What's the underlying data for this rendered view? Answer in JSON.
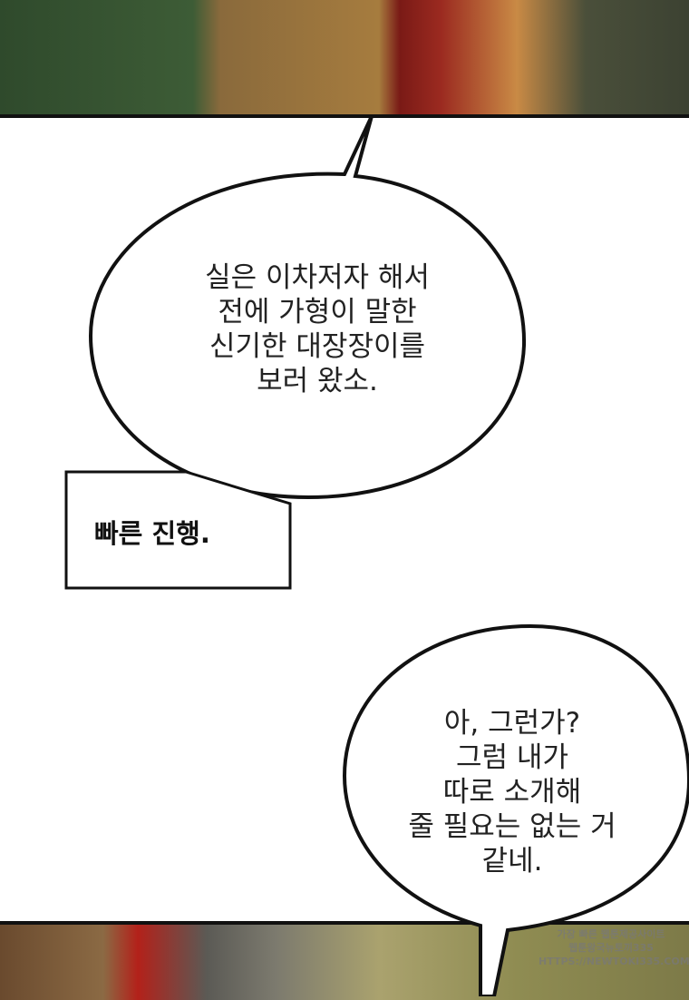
{
  "bubble1": {
    "lines": [
      "실은 이차저자 해서",
      "전에 가형이 말한",
      "신기한 대장장이를",
      "보러 왔소."
    ]
  },
  "caption": {
    "text": "빠른 진행."
  },
  "bubble2": {
    "lines": [
      "아, 그런가?",
      "그럼 내가",
      "따로 소개해",
      "줄 필요는 없는 거",
      "같네."
    ]
  },
  "watermark": {
    "lines": [
      "가장 빠른 웹툰제공사이트",
      "웹툰왕국뉴토끼335",
      "HTTPS://NEWTOKI335.COM"
    ]
  }
}
